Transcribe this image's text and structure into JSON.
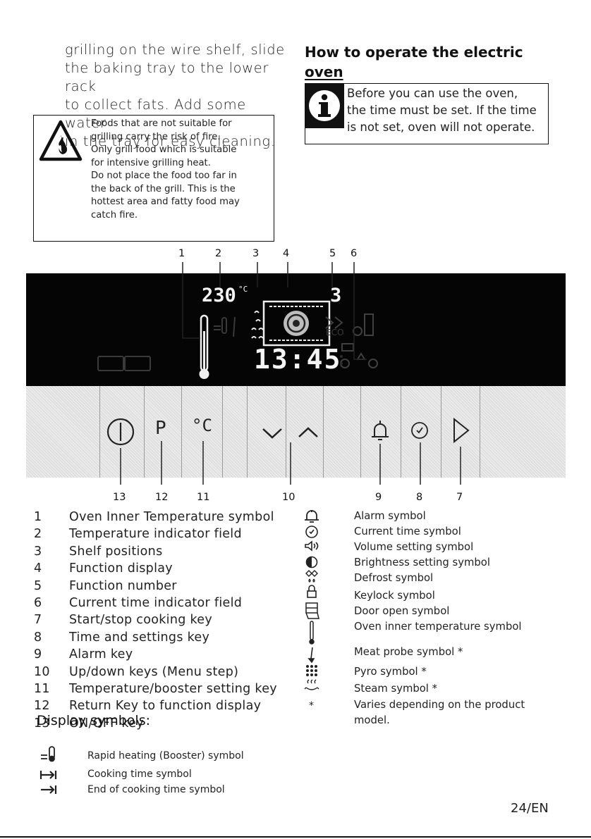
{
  "intro_lines": [
    "grilling on the wire shelf, slide",
    "the baking tray to the lower rack",
    "to collect fats. Add some water",
    "in the tray for easy cleaning."
  ],
  "warning": {
    "icon": "fire-warning-icon",
    "lines": [
      "Foods that are not suitable for",
      "grilling carry the risk of fire.",
      "Only grill food which is suitable",
      "for intensive grilling heat.",
      "Do not place the food too far in",
      "the back of the grill. This is the",
      "hottest area and fatty food may",
      "catch fire."
    ]
  },
  "section": {
    "title_line1": "How to operate the electric",
    "title_line2": "oven",
    "info_icon": "info-icon",
    "info_lines": [
      "Before you can use the oven,",
      "the time must be set. If the time",
      "is not set, oven will not operate."
    ]
  },
  "display": {
    "temperature": "230",
    "temp_unit": "°C",
    "function_number": "3",
    "time": "13:45"
  },
  "top_callouts": [
    "1",
    "2",
    "3",
    "4",
    "5",
    "6"
  ],
  "bottom_callouts": [
    "13",
    "12",
    "11",
    "10",
    "9",
    "8",
    "7"
  ],
  "keys": {
    "power_icon": "power-icon",
    "return_label": "P",
    "temp_label": "°C",
    "down_icon": "chevron-down-icon",
    "up_icon": "chevron-up-icon",
    "alarm_icon": "bell-icon",
    "clock_icon": "clock-icon",
    "start_icon": "play-icon"
  },
  "legend": [
    {
      "no": "1",
      "label": "Oven Inner Temperature symbol"
    },
    {
      "no": "2",
      "label": "Temperature indicator field"
    },
    {
      "no": "3",
      "label": "Shelf positions"
    },
    {
      "no": "4",
      "label": "Function display"
    },
    {
      "no": "5",
      "label": "Function number"
    },
    {
      "no": "6",
      "label": "Current time indicator field"
    },
    {
      "no": "7",
      "label": "Start/stop cooking key"
    },
    {
      "no": "8",
      "label": "Time and settings key"
    },
    {
      "no": "9",
      "label": "Alarm key"
    },
    {
      "no": "10",
      "label": "Up/down keys (Menu step)"
    },
    {
      "no": "11",
      "label": "Temperature/booster setting key"
    },
    {
      "no": "12",
      "label": "Return Key to function display"
    },
    {
      "no": "13",
      "label": "ON/OFF key"
    }
  ],
  "symbols": [
    {
      "icon": "bell-icon",
      "label": "Alarm symbol"
    },
    {
      "icon": "clock-icon",
      "label": "Current time symbol"
    },
    {
      "icon": "speaker-icon",
      "label": "Volume setting symbol"
    },
    {
      "icon": "brightness-icon",
      "label": "Brightness setting symbol"
    },
    {
      "icon": "defrost-icon",
      "label": "Defrost symbol"
    },
    {
      "icon": "lock-icon",
      "label": "Keylock symbol"
    },
    {
      "icon": "door-open-icon",
      "label": "Door open symbol"
    },
    {
      "icon": "thermometer-icon",
      "label": "Oven inner temperature symbol"
    },
    {
      "icon": "meat-probe-icon",
      "label": "Meat probe symbol *"
    },
    {
      "icon": "pyro-icon",
      "label": "Pyro symbol *"
    },
    {
      "icon": "steam-icon",
      "label": "Steam symbol *"
    },
    {
      "icon": "asterisk-icon",
      "label": "Varies depending on the product",
      "label2": "model.",
      "glyph": "*"
    }
  ],
  "display_symbols": {
    "heading": "Display symbols:",
    "items": [
      {
        "icon": "booster-icon",
        "label": "Rapid heating (Booster) symbol"
      },
      {
        "icon": "cooking-time-icon",
        "label": "Cooking time symbol"
      },
      {
        "icon": "end-cooking-time-icon",
        "label": "End of cooking time symbol"
      }
    ]
  },
  "page_number": "24/EN"
}
